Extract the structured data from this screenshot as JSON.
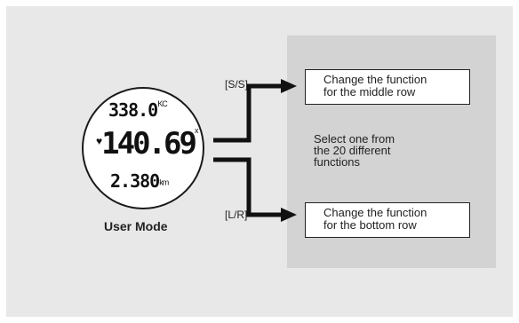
{
  "watch": {
    "row1_value": "338.0",
    "row1_unit": "KC",
    "row2_value": "140.69",
    "row2_unit": "x",
    "row3_value": "2.380",
    "row3_unit": "km"
  },
  "caption": "User Mode",
  "buttons": {
    "ss_label": "[S/S]",
    "lr_label": "[L/R]"
  },
  "middle_box": {
    "line1": "Change the function",
    "line2": "for the middle row"
  },
  "bottom_box": {
    "line1": "Change the function",
    "line2": "for the bottom row"
  },
  "description": {
    "line1": "Select one from",
    "line2": "the 20 different",
    "line3": "functions"
  },
  "colors": {
    "panel": "#e8e8e8",
    "gray_box": "#d3d3d3",
    "line": "#111111"
  }
}
